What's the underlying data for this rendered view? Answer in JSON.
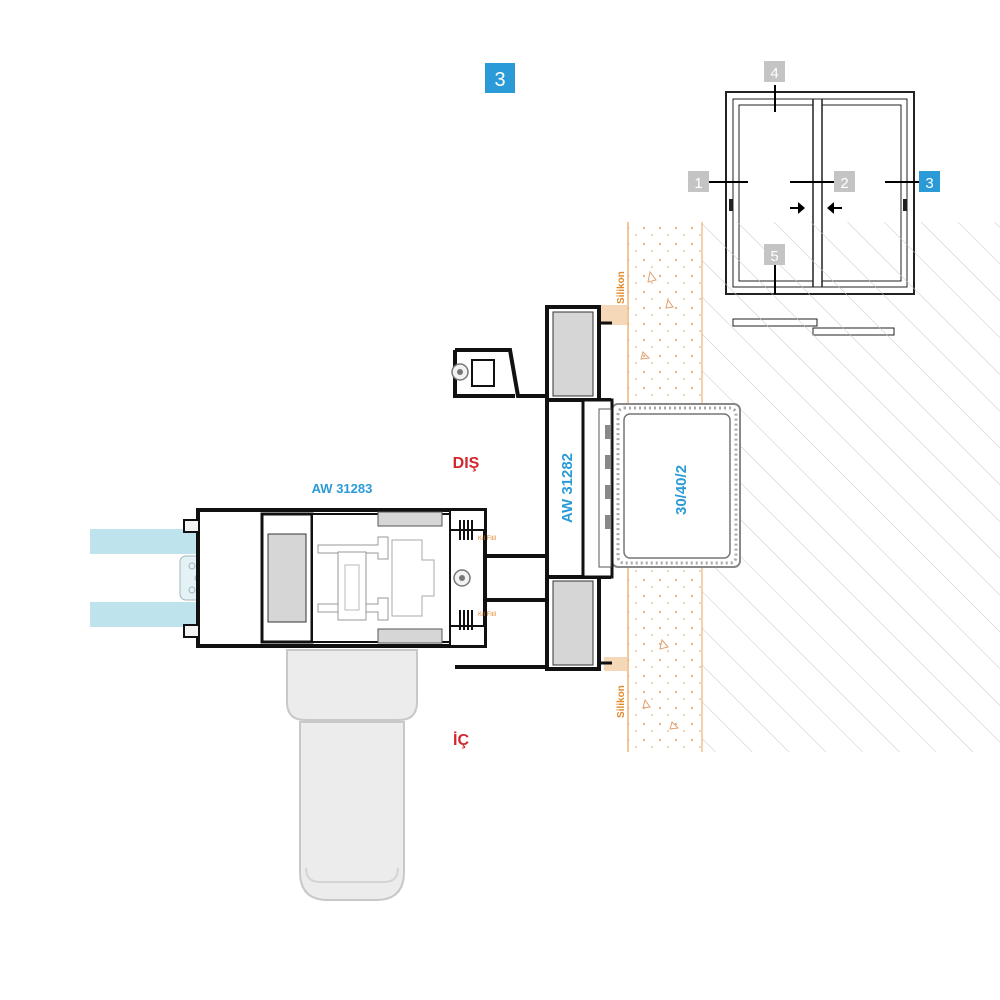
{
  "detail_number": "3",
  "labels": {
    "outside": "DIŞ",
    "inside": "İÇ",
    "sash_profile": "AW 31283",
    "frame_profile": "AW 31282",
    "tube_profile": "30/40/2",
    "sealant_top": "Silikon",
    "sealant_bottom": "Silikon",
    "brush_top": "Kıl Fitil",
    "brush_bottom": "Kıl Fitil"
  },
  "key_plan": {
    "markers": [
      "1",
      "2",
      "3",
      "4",
      "5"
    ],
    "active_marker": "3"
  },
  "colors": {
    "accent": "#2a9bd6",
    "marker_gray": "#c4c4c4",
    "warning_red": "#d0282e",
    "sealant_orange": "#e08a2a",
    "glass": "#bfe3ec",
    "insulation": "#d6d6d6",
    "profile_stroke": "#1a1a1a"
  }
}
